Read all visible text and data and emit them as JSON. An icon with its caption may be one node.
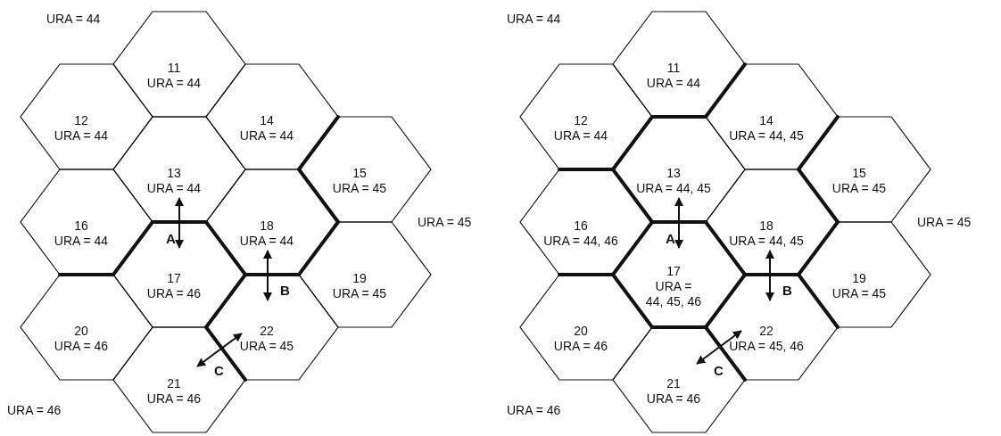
{
  "diagram": {
    "nodes": [
      {
        "text": [
          "11",
          "URA = 44"
        ]
      },
      {
        "text": [
          "12",
          "URA = 44"
        ]
      },
      {
        "text": [
          "13",
          "URA = 44"
        ]
      },
      {
        "text": [
          "14",
          "URA = 44"
        ]
      },
      {
        "text": [
          "15",
          "URA = 45"
        ]
      },
      {
        "text": [
          "16",
          "URA = 44"
        ]
      },
      {
        "text": [
          "17",
          "URA = 46"
        ]
      },
      {
        "text": [
          "18",
          "URA = 44"
        ]
      },
      {
        "text": [
          "19",
          "URA = 45"
        ]
      },
      {
        "text": [
          "20",
          "URA = 46"
        ]
      },
      {
        "text": [
          "21",
          "URA = 46"
        ]
      },
      {
        "text": [
          "22",
          "URA = 45"
        ]
      },
      {
        "text": [
          "11",
          "URA = 44"
        ]
      },
      {
        "text": [
          "12",
          "URA = 44"
        ]
      },
      {
        "text": [
          "13",
          "URA = 44, 45"
        ]
      },
      {
        "text": [
          "14",
          "URA = 44, 45"
        ]
      },
      {
        "text": [
          "15",
          "URA = 45"
        ]
      },
      {
        "text": [
          "16",
          "URA = 44, 46"
        ]
      },
      {
        "text": [
          "17",
          "URA = 44, 45, 46"
        ]
      },
      {
        "text": [
          "18",
          "URA = 44, 45"
        ]
      },
      {
        "text": [
          "19",
          "URA = 45"
        ]
      },
      {
        "text": [
          "20",
          "URA = 46"
        ]
      },
      {
        "text": [
          "21",
          "URA = 46"
        ]
      },
      {
        "text": [
          "22",
          "URA = 45, 46"
        ]
      }
    ],
    "edges": [
      {
        "from": 2,
        "to": 6,
        "arrow": "both",
        "label": "A"
      },
      {
        "from": 7,
        "to": 11,
        "arrow": "both",
        "label": "B"
      },
      {
        "from": 10,
        "to": 11,
        "arrow": "both",
        "label": "C"
      },
      {
        "from": 14,
        "to": 18,
        "arrow": "both",
        "label": "A"
      },
      {
        "from": 19,
        "to": 23,
        "arrow": "both",
        "label": "B"
      },
      {
        "from": 22,
        "to": 23,
        "arrow": "both",
        "label": "C"
      }
    ],
    "labels": [
      "URA = 44",
      "URA = 44",
      "URA = 45",
      "URA = 45",
      "URA = 46",
      "URA = 46"
    ]
  }
}
